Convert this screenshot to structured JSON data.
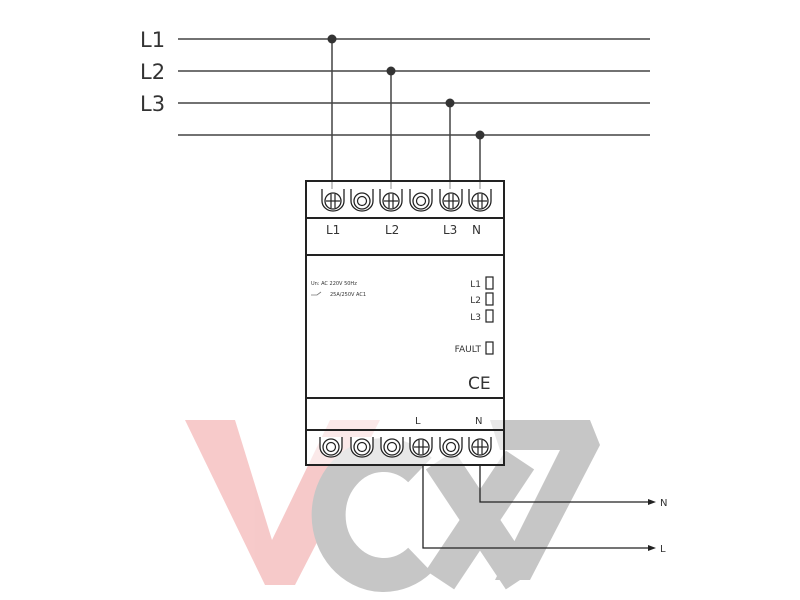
{
  "supply_lines": [
    {
      "label": "L1"
    },
    {
      "label": "L2"
    },
    {
      "label": "L3"
    },
    {
      "label": ""
    }
  ],
  "device": {
    "top_terminal_labels": {
      "l1": "L1",
      "l2": "L2",
      "l3": "L3",
      "n": "N"
    },
    "rating_line1": "Un: AC 220V 50Hz",
    "rating_line2": "25A/250V AC1",
    "indicators": [
      {
        "label": "L1"
      },
      {
        "label": "L2"
      },
      {
        "label": "L3"
      },
      {
        "label": "FAULT"
      }
    ],
    "ce_mark": "CE",
    "bottom_terminal_labels": {
      "l": "L",
      "n": "N"
    }
  },
  "outputs": {
    "n": "N",
    "l": "L"
  },
  "watermark": {
    "text": "VCX7",
    "red": "#f4b8b8",
    "gray": "#a8a8a8"
  }
}
